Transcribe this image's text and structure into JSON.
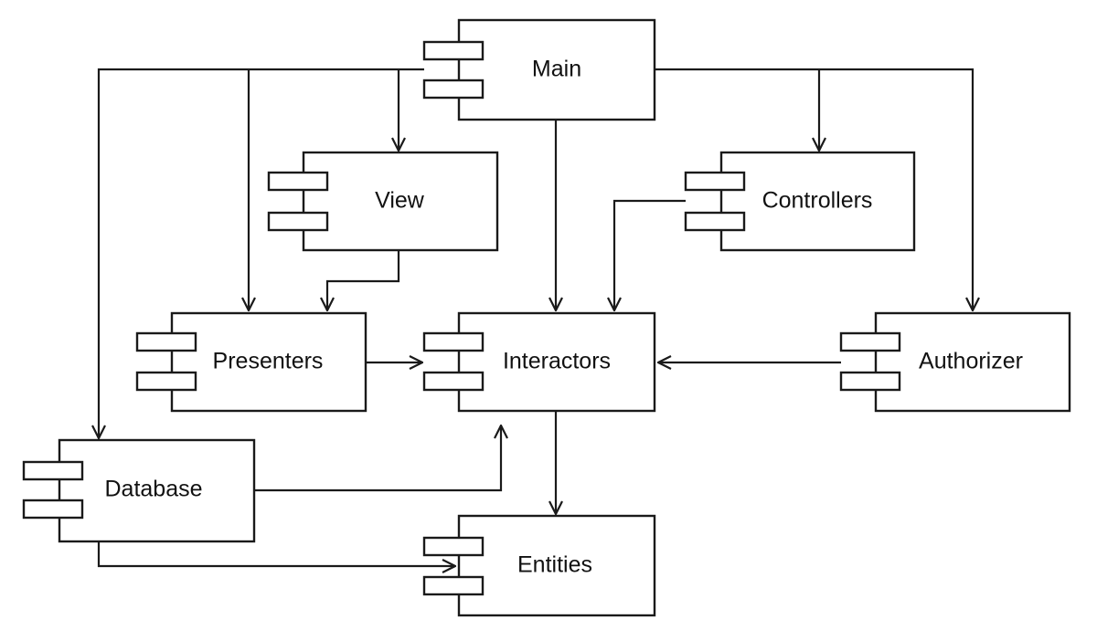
{
  "components": {
    "main": "Main",
    "view": "View",
    "controllers": "Controllers",
    "presenters": "Presenters",
    "interactors": "Interactors",
    "authorizer": "Authorizer",
    "database": "Database",
    "entities": "Entities"
  }
}
